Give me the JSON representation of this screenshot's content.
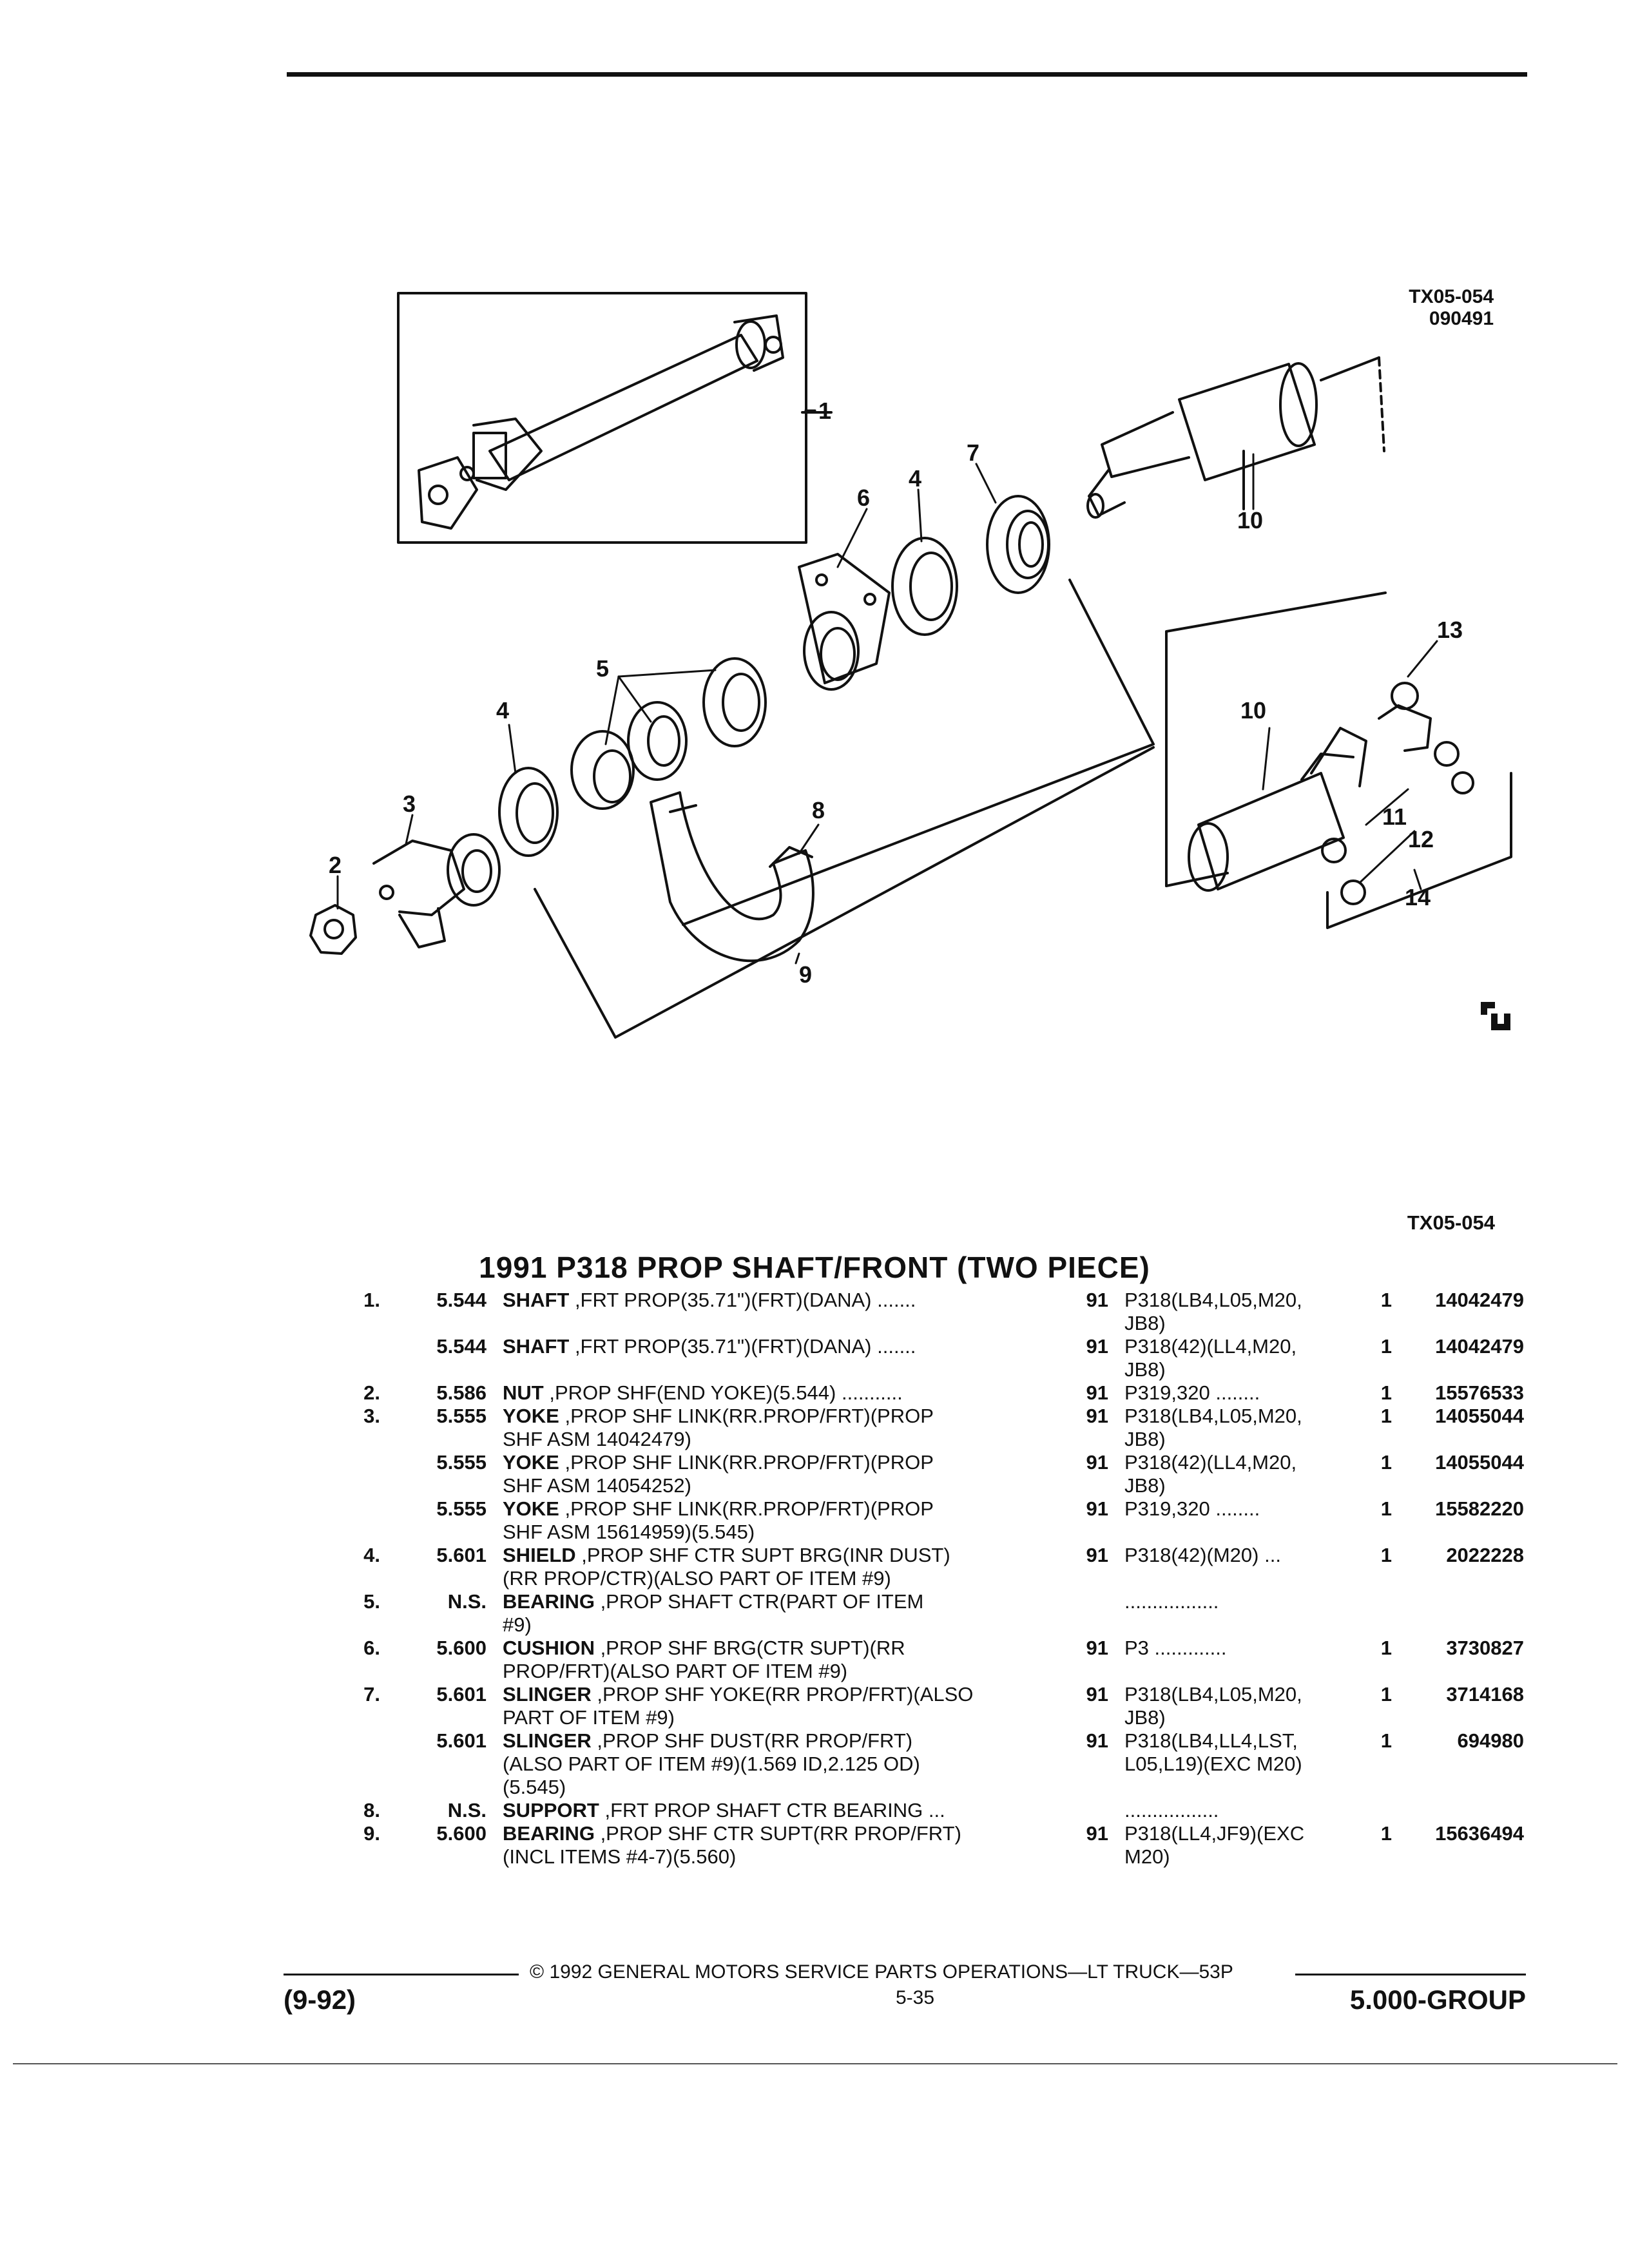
{
  "figure": {
    "id_line1": "TX05-054",
    "id_line2": "090491",
    "caption_id": "TX05-054",
    "callouts": [
      "1",
      "2",
      "3",
      "4",
      "4",
      "5",
      "6",
      "7",
      "8",
      "9",
      "10",
      "10",
      "11",
      "12",
      "13",
      "14"
    ]
  },
  "title": "1991 P318 PROP SHAFT/FRONT (TWO PIECE)",
  "rows": [
    {
      "num": "1.",
      "grp": "5.544",
      "name": "SHAFT",
      "desc": " ,FRT PROP(35.71\")(FRT)(DANA) .......",
      "desc2": "",
      "desc3": "",
      "yr": "91",
      "app": "P318(LB4,L05,M20,",
      "app2": "JB8)",
      "qty": "1",
      "pn": "14042479"
    },
    {
      "num": "",
      "grp": "5.544",
      "name": "SHAFT",
      "desc": " ,FRT PROP(35.71\")(FRT)(DANA) .......",
      "desc2": "",
      "desc3": "",
      "yr": "91",
      "app": "P318(42)(LL4,M20,",
      "app2": "JB8)",
      "qty": "1",
      "pn": "14042479"
    },
    {
      "num": "2.",
      "grp": "5.586",
      "name": "NUT",
      "desc": " ,PROP SHF(END YOKE)(5.544) ...........",
      "desc2": "",
      "desc3": "",
      "yr": "91",
      "app": "P319,320 ........",
      "app2": "",
      "qty": "1",
      "pn": "15576533"
    },
    {
      "num": "3.",
      "grp": "5.555",
      "name": "YOKE",
      "desc": " ,PROP SHF LINK(RR.PROP/FRT)(PROP",
      "desc2": "SHF ASM 14042479)",
      "desc3": "",
      "yr": "91",
      "app": "P318(LB4,L05,M20,",
      "app2": "JB8)",
      "qty": "1",
      "pn": "14055044"
    },
    {
      "num": "",
      "grp": "5.555",
      "name": "YOKE",
      "desc": " ,PROP SHF LINK(RR.PROP/FRT)(PROP",
      "desc2": "SHF ASM 14054252)",
      "desc3": "",
      "yr": "91",
      "app": "P318(42)(LL4,M20,",
      "app2": "JB8)",
      "qty": "1",
      "pn": "14055044"
    },
    {
      "num": "",
      "grp": "5.555",
      "name": "YOKE",
      "desc": " ,PROP SHF LINK(RR.PROP/FRT)(PROP",
      "desc2": "SHF ASM 15614959)(5.545)",
      "desc3": "",
      "yr": "91",
      "app": "P319,320 ........",
      "app2": "",
      "qty": "1",
      "pn": "15582220"
    },
    {
      "num": "4.",
      "grp": "5.601",
      "name": "SHIELD",
      "desc": " ,PROP SHF CTR SUPT BRG(INR DUST)",
      "desc2": "(RR PROP/CTR)(ALSO PART OF ITEM #9)",
      "desc3": "",
      "yr": "91",
      "app": "P318(42)(M20) ...",
      "app2": "",
      "qty": "1",
      "pn": "2022228"
    },
    {
      "num": "5.",
      "grp": "N.S.",
      "name": "BEARING",
      "desc": " ,PROP SHAFT CTR(PART OF ITEM",
      "desc2": "#9)",
      "desc3": "",
      "yr": "",
      "app": ".................",
      "app2": "",
      "qty": "",
      "pn": ""
    },
    {
      "num": "6.",
      "grp": "5.600",
      "name": "CUSHION",
      "desc": " ,PROP SHF BRG(CTR SUPT)(RR",
      "desc2": "PROP/FRT)(ALSO PART OF ITEM #9)",
      "desc3": "",
      "yr": "91",
      "app": "P3 .............",
      "app2": "",
      "qty": "1",
      "pn": "3730827"
    },
    {
      "num": "7.",
      "grp": "5.601",
      "name": "SLINGER",
      "desc": " ,PROP SHF YOKE(RR PROP/FRT)(ALSO",
      "desc2": "PART OF ITEM #9)",
      "desc3": "",
      "yr": "91",
      "app": "P318(LB4,L05,M20,",
      "app2": "JB8)",
      "qty": "1",
      "pn": "3714168"
    },
    {
      "num": "",
      "grp": "5.601",
      "name": "SLINGER",
      "desc": " ,PROP SHF DUST(RR PROP/FRT)",
      "desc2": "(ALSO PART OF ITEM #9)(1.569 ID,2.125 OD)",
      "desc3": "(5.545)",
      "yr": "91",
      "app": "P318(LB4,LL4,LST,",
      "app2": "L05,L19)(EXC M20)",
      "qty": "1",
      "pn": "694980"
    },
    {
      "num": "8.",
      "grp": "N.S.",
      "name": "SUPPORT",
      "desc": " ,FRT PROP SHAFT CTR BEARING ...",
      "desc2": "",
      "desc3": "",
      "yr": "",
      "app": ".................",
      "app2": "",
      "qty": "",
      "pn": ""
    },
    {
      "num": "9.",
      "grp": "5.600",
      "name": "BEARING",
      "desc": " ,PROP SHF CTR SUPT(RR PROP/FRT)",
      "desc2": "(INCL ITEMS #4-7)(5.560)",
      "desc3": "",
      "yr": "91",
      "app": "P318(LL4,JF9)(EXC",
      "app2": "M20)",
      "qty": "1",
      "pn": "15636494"
    }
  ],
  "footer": {
    "copyright": "© 1992 GENERAL MOTORS SERVICE PARTS OPERATIONS—LT TRUCK—53P",
    "date": "(9-92)",
    "page": "5-35",
    "group": "5.000-GROUP"
  }
}
